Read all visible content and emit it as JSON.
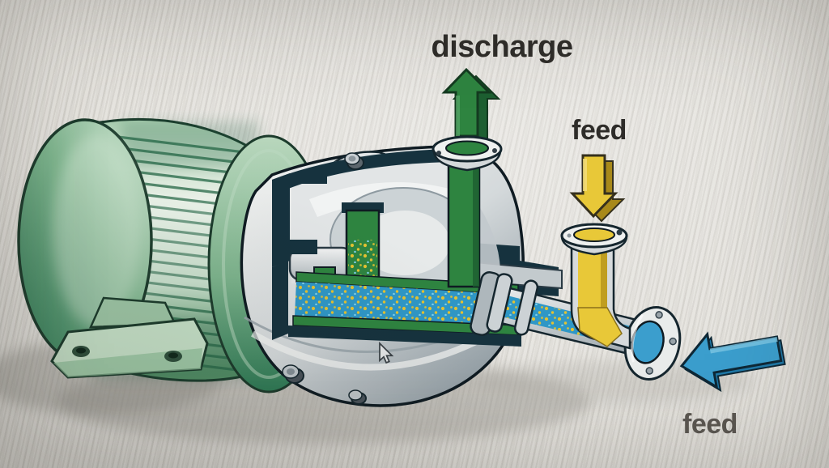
{
  "figure": {
    "type": "cutaway-diagram",
    "subject": "Cutaway illustration of a motor-driven centrifugal pump showing feed streams mixing and being discharged",
    "labels": {
      "discharge": "discharge",
      "feed_top": "feed",
      "feed_bottom": "feed"
    },
    "colors": {
      "background": "#e5e3de",
      "label_text": "#2e2c29",
      "label_text_muted": "#5b5751",
      "outline": "#14242e",
      "navy": "#16323e",
      "motor_green_light": "#cfe4d1",
      "motor_green": "#7db48d",
      "motor_green_dark": "#2e7a55",
      "fin_line": "#2f6e4e",
      "foot_green": "#c4dfc6",
      "arrow_green": "#2e8440",
      "arrow_green_dark": "#1d5f31",
      "feed_yellow": "#e8c838",
      "feed_yellow_dark": "#b8961d",
      "feed_blue": "#3b9ecd",
      "feed_blue_dark": "#1f79a8",
      "mix_blue": "#2f97c6",
      "mix_yellow": "#e3c232",
      "casing_white": "#f2f3f1",
      "casing_gray": "#c6ccd0",
      "casing_shadow": "#8d99a0",
      "cavity_gray": "#e2e5e6"
    }
  },
  "cursor": {
    "visible": true
  }
}
